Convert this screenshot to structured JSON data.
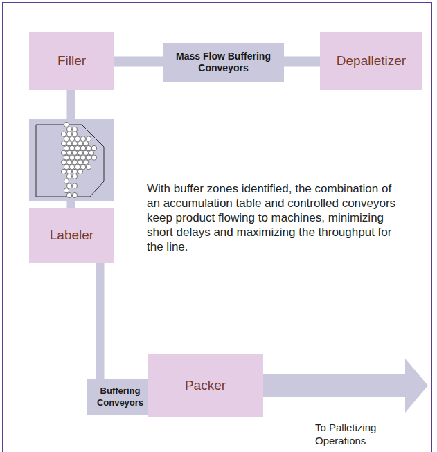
{
  "diagram": {
    "nodes": [
      {
        "text": [
          "Filler"
        ]
      },
      {
        "text": [
          "Mass Flow Buffering Conveyors"
        ]
      },
      {
        "text": [
          "Depalletizer"
        ]
      },
      {
        "text": [
          "Labeler"
        ]
      },
      {
        "text": [
          "Buffering Conveyors"
        ]
      },
      {
        "text": [
          "Packer"
        ]
      }
    ],
    "edges": [
      {
        "from": 2,
        "to": 1,
        "arrow": "none"
      },
      {
        "from": 1,
        "to": 0,
        "arrow": "none"
      },
      {
        "from": 0,
        "to": 3,
        "arrow": "none"
      },
      {
        "from": 3,
        "to": 4,
        "arrow": "none"
      }
    ],
    "labels": [
      "With buffer zones identified, the combination of an accumulation table and controlled conveyors keep product flowing to machines, minimizing short delays and maximizing the throughput for the line.",
      "To Palletizing Operations"
    ]
  }
}
